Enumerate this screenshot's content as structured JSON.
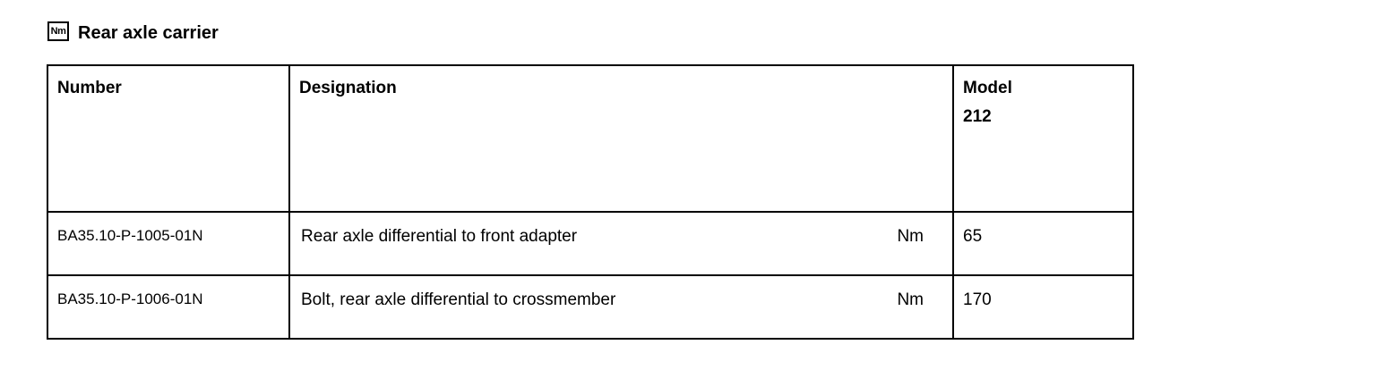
{
  "heading": {
    "icon_label": "Nm",
    "icon_name": "torque-nm-icon",
    "title": "Rear axle carrier"
  },
  "table": {
    "headers": {
      "number": "Number",
      "designation": "Designation",
      "model": "Model",
      "model_code": "212"
    },
    "rows": [
      {
        "number": "BA35.10-P-1005-01N",
        "designation": "Rear axle differential to front adapter",
        "unit": "Nm",
        "value": "65"
      },
      {
        "number": "BA35.10-P-1006-01N",
        "designation": "Bolt, rear axle differential to crossmember",
        "unit": "Nm",
        "value": "170"
      }
    ]
  }
}
